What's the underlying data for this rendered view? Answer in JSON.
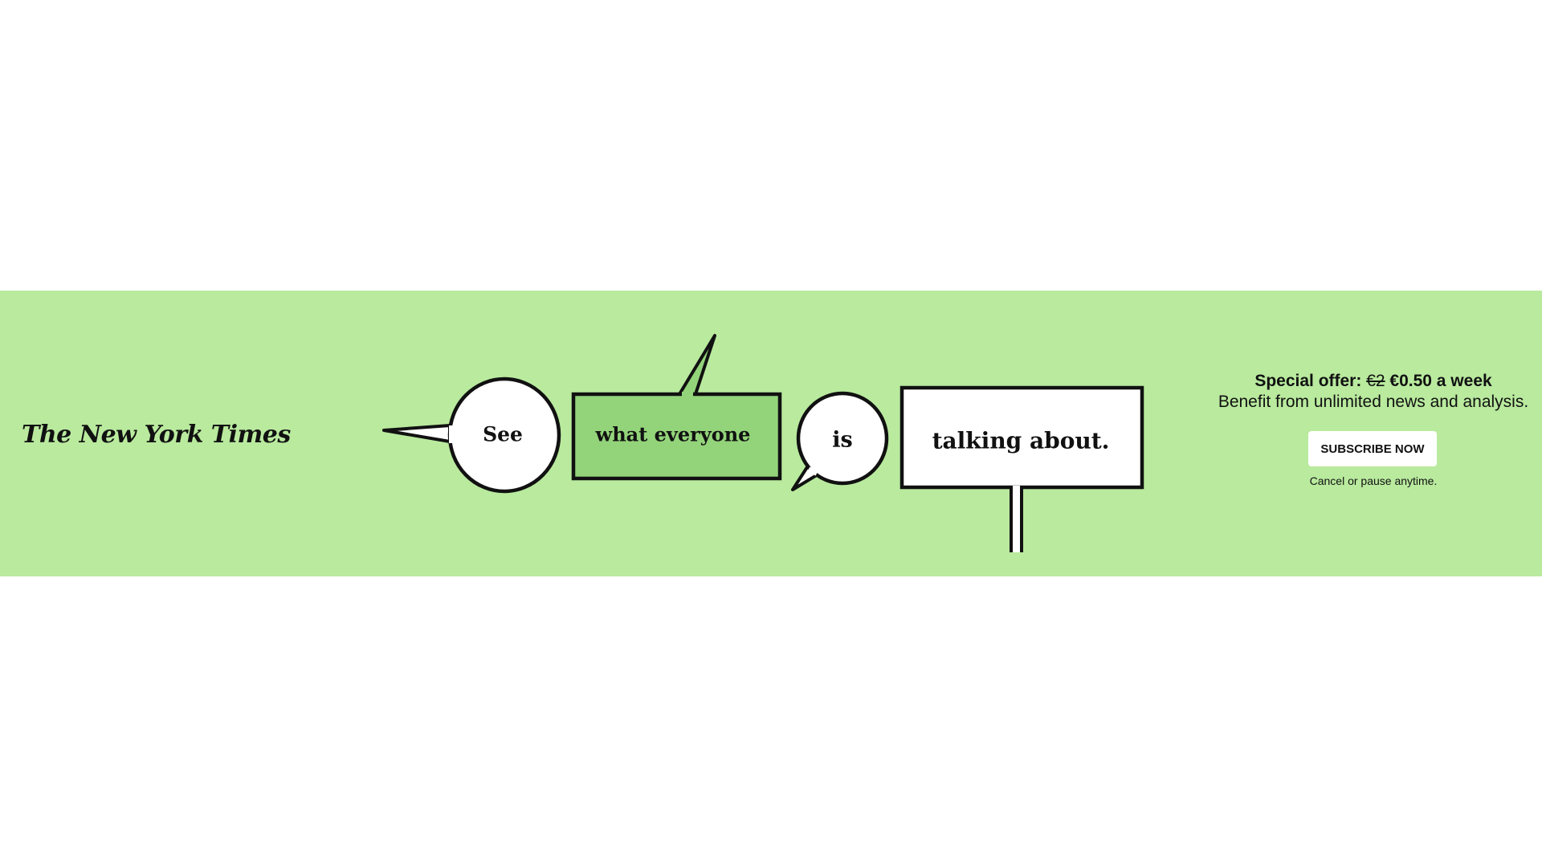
{
  "brand": {
    "logo_text": "The New York Times"
  },
  "headline": {
    "bubble_1": "See",
    "bubble_2": "what everyone",
    "bubble_3": "is",
    "bubble_4": "talking about."
  },
  "offer": {
    "label": "Special offer:",
    "old_price": "€2",
    "new_price": "€0.50 a week",
    "subtitle": "Benefit from unlimited news and analysis."
  },
  "cta": {
    "button_label": "SUBSCRIBE NOW",
    "note": "Cancel or pause anytime."
  },
  "colors": {
    "banner_bg": "#b9ea9e",
    "highlight_bubble": "#93d47a",
    "bubble_fill": "#ffffff",
    "ink": "#111111"
  }
}
